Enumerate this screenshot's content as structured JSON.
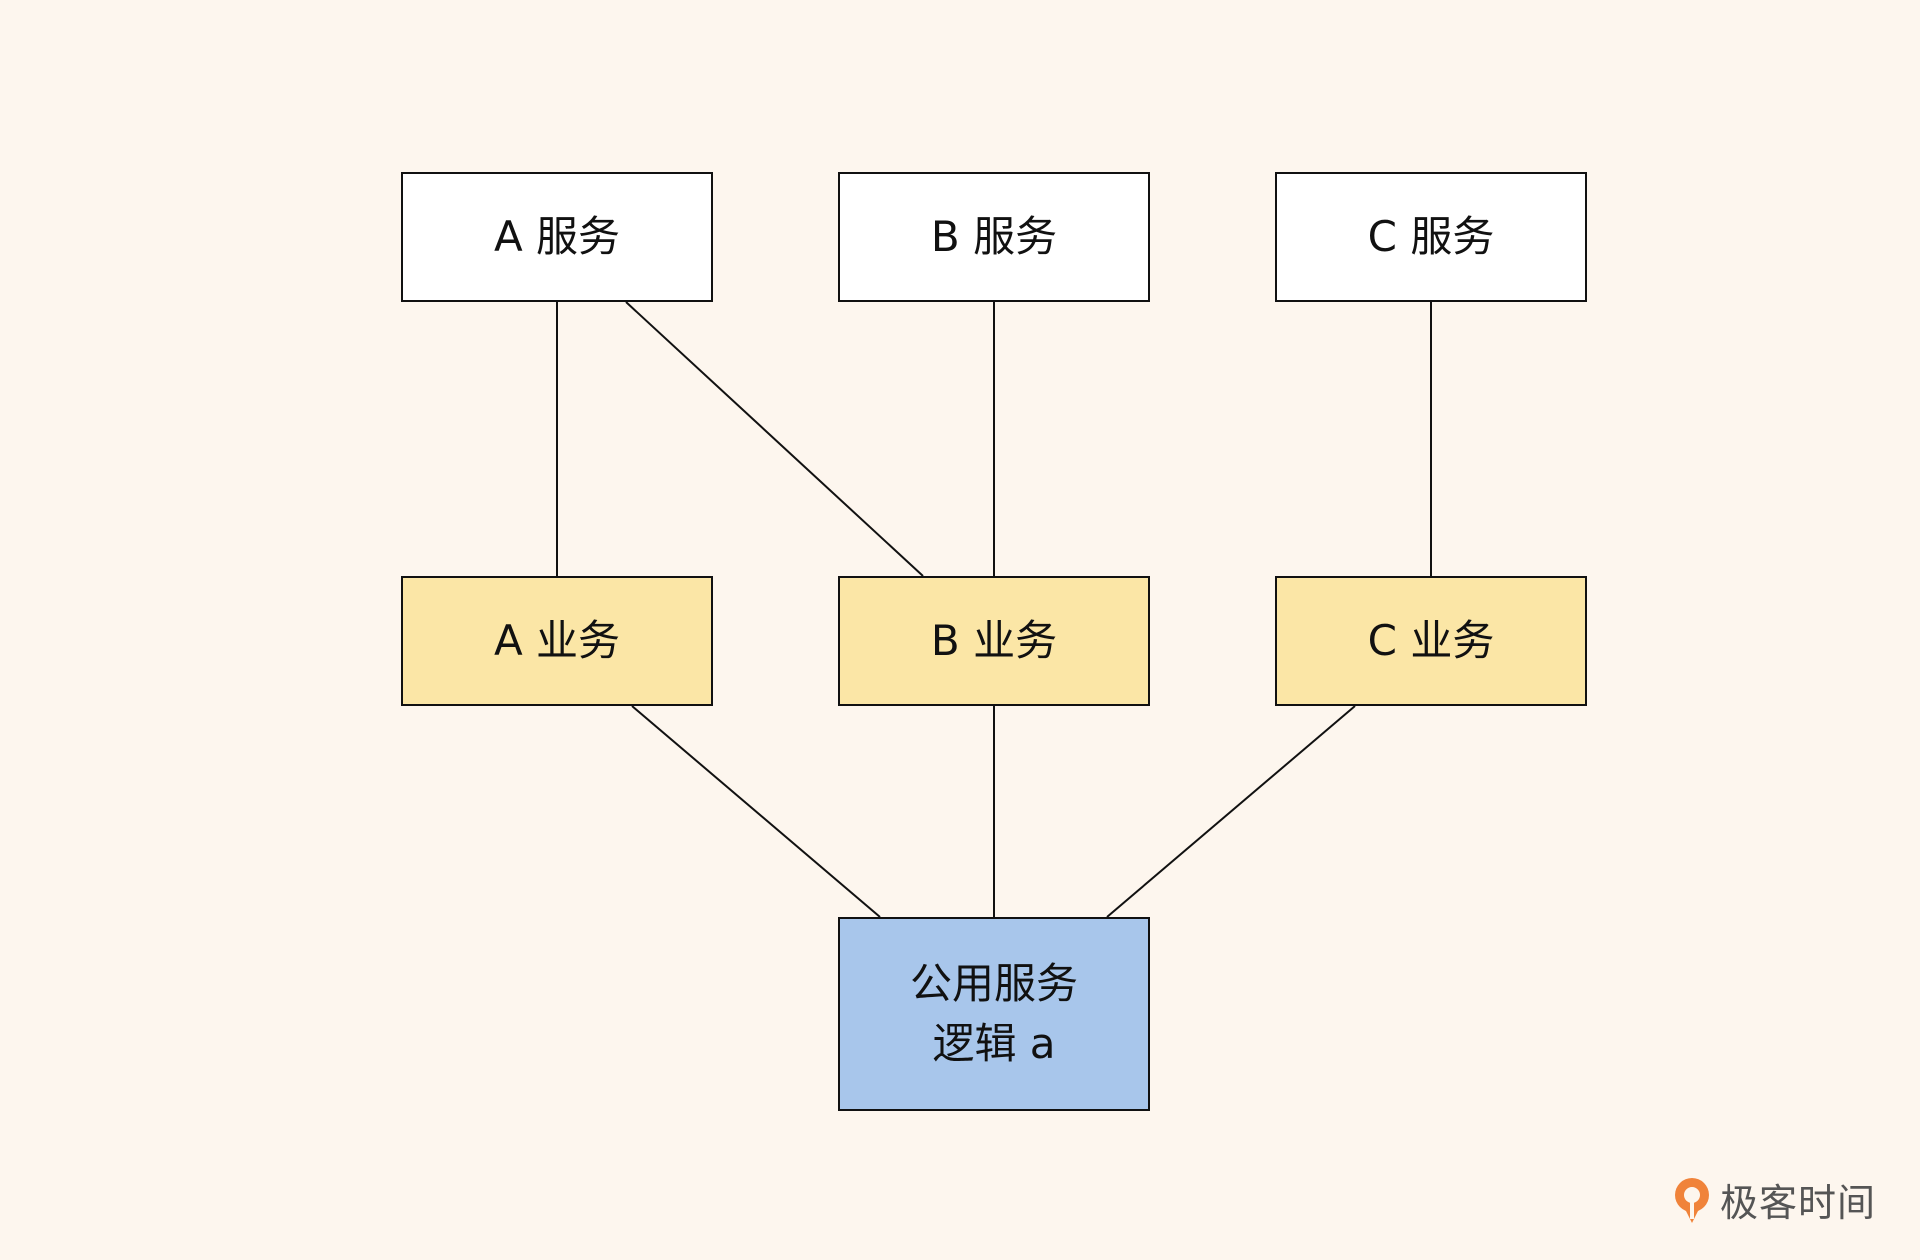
{
  "colors": {
    "background": "#fdf6ee",
    "service_box": "#ffffff",
    "business_box": "#fbe6a6",
    "common_box": "#a8c6eb",
    "line": "#111111",
    "logo_orange": "#f0833a"
  },
  "services": [
    {
      "label": "A 服务"
    },
    {
      "label": "B 服务"
    },
    {
      "label": "C 服务"
    }
  ],
  "businesses": [
    {
      "label": "A 业务"
    },
    {
      "label": "B 业务"
    },
    {
      "label": "C 业务"
    }
  ],
  "common": {
    "line1": "公用服务",
    "line2": "逻辑 a"
  },
  "connections": [
    {
      "from": "A 服务",
      "to": "A 业务"
    },
    {
      "from": "A 服务",
      "to": "B 业务"
    },
    {
      "from": "B 服务",
      "to": "B 业务"
    },
    {
      "from": "C 服务",
      "to": "C 业务"
    },
    {
      "from": "A 业务",
      "to": "公用服务 逻辑 a"
    },
    {
      "from": "B 业务",
      "to": "公用服务 逻辑 a"
    },
    {
      "from": "C 业务",
      "to": "公用服务 逻辑 a"
    }
  ],
  "logo": {
    "text": "极客时间",
    "icon": "geektime-logo-icon"
  }
}
